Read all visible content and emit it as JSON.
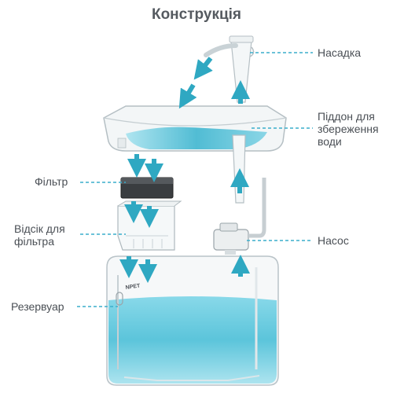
{
  "title": "Конструкція",
  "labels": {
    "nozzle": "Насадка",
    "tray_line1": "Піддон для",
    "tray_line2": "збереження",
    "tray_line3": "води",
    "filter": "Фільтр",
    "filter_box_line1": "Відсік для",
    "filter_box_line2": "фільтра",
    "pump": "Насос",
    "reservoir": "Резервуар"
  },
  "brand_mark": "NPET",
  "colors": {
    "accent": "#2fa8c2",
    "water": "#5cc6dc",
    "leader": "#3aaecb",
    "text": "#4a4f55",
    "title": "#555a60"
  }
}
